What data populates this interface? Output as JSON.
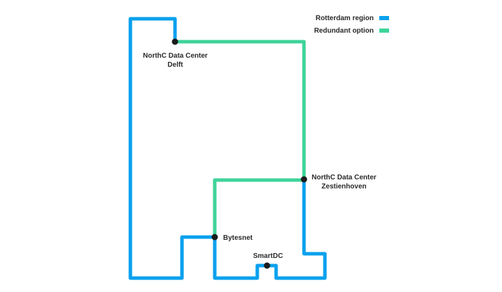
{
  "legend": {
    "items": [
      {
        "label": "Rotterdam region",
        "color": "#0aa1ee"
      },
      {
        "label": "Redundant option",
        "color": "#3fd39a"
      }
    ]
  },
  "nodes": {
    "delft": "NorthC Data Center\nDelft",
    "zestienhoven": "NorthC Data Center\nZestienhoven",
    "bytesnet": "Bytesnet",
    "smartdc": "SmartDC"
  },
  "colors": {
    "primary_route": "#0aa1ee",
    "redundant_route": "#3fd39a",
    "node": "#1c1c1c"
  }
}
